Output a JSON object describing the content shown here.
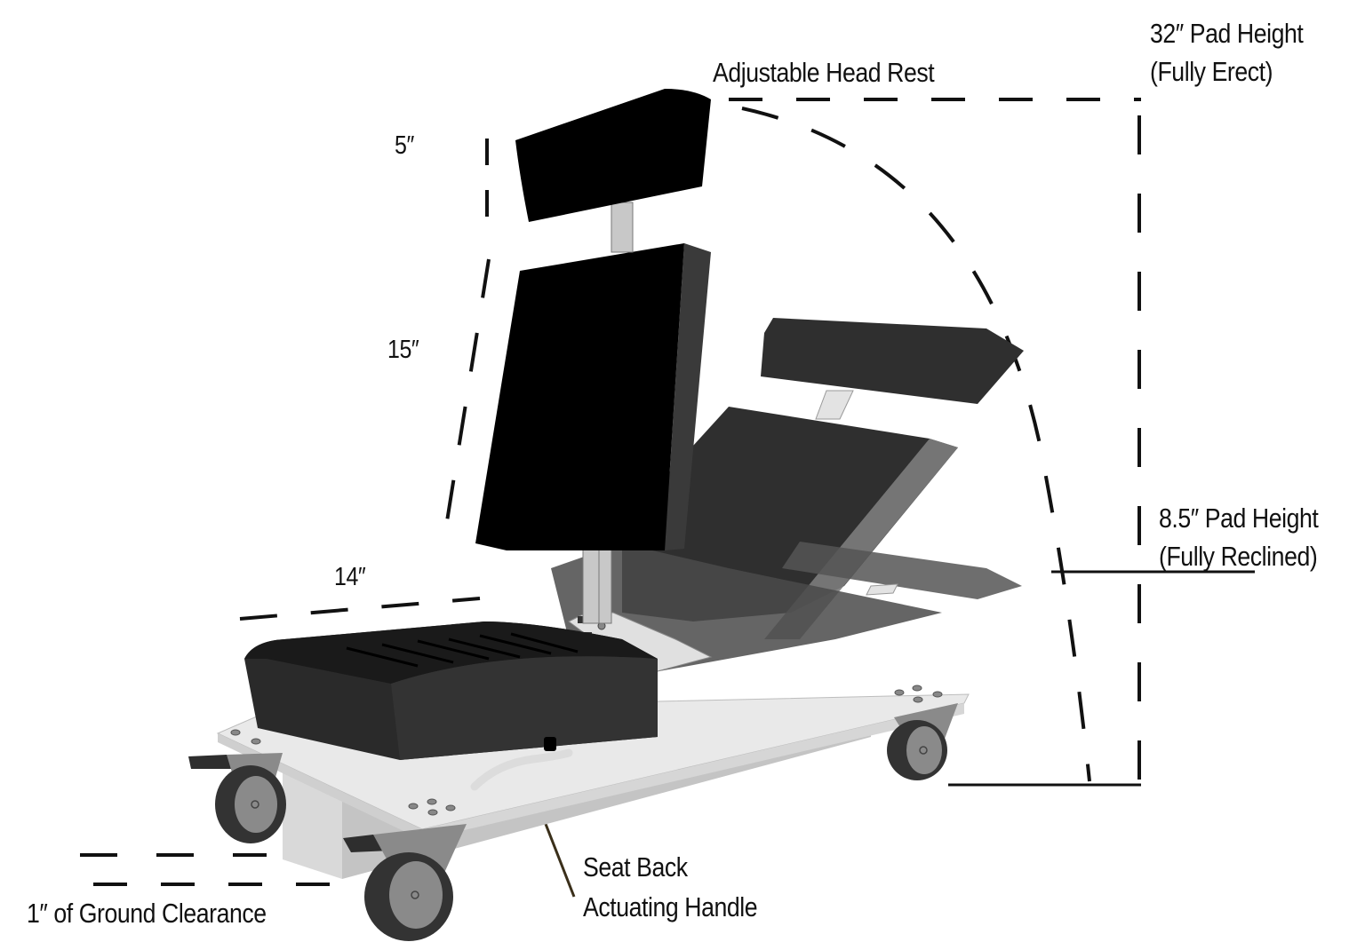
{
  "labels": {
    "head_rest": "Adjustable Head Rest",
    "pad_height_erect_line1": "32″ Pad Height",
    "pad_height_erect_line2": "(Fully Erect)",
    "pad_height_reclined_line1": "8.5″ Pad Height",
    "pad_height_reclined_line2": "(Fully Reclined)",
    "ground_clearance": "1″ of Ground Clearance",
    "handle_line1": "Seat Back",
    "handle_line2": "Actuating Handle"
  },
  "dimensions": {
    "headrest_height": "5″",
    "backrest_height": "15″",
    "seat_depth": "14″"
  },
  "colors": {
    "pad_black": "#000000",
    "pad_dark": "#2f2f2f",
    "pad_side": "#3a3a3a",
    "reclined_translucent": "#4a4a4a",
    "base_light": "#e6e6e6",
    "base_mid": "#cfcfcf",
    "wheel_dark": "#333333",
    "wheel_hub": "#8a8a8a",
    "dash_line": "#111111",
    "leader_line": "#3a2f1a"
  }
}
